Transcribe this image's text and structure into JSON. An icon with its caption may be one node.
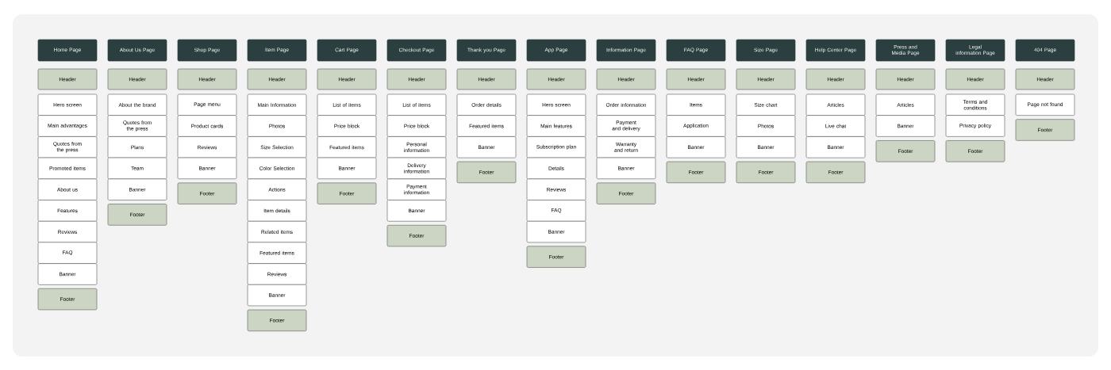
{
  "diagram": {
    "nodes": [
      {
        "text": [
          "Home Page"
        ]
      },
      {
        "text": [
          "Header"
        ]
      },
      {
        "text": [
          "Hero screen"
        ]
      },
      {
        "text": [
          "Main advantages"
        ]
      },
      {
        "text": [
          "Quotes from the press"
        ]
      },
      {
        "text": [
          "Promoted items"
        ]
      },
      {
        "text": [
          "About us"
        ]
      },
      {
        "text": [
          "Features"
        ]
      },
      {
        "text": [
          "Reviews"
        ]
      },
      {
        "text": [
          "FAQ"
        ]
      },
      {
        "text": [
          "Banner"
        ]
      },
      {
        "text": [
          "Footer"
        ]
      },
      {
        "text": [
          "About Us Page"
        ]
      },
      {
        "text": [
          "Header"
        ]
      },
      {
        "text": [
          "About the brand"
        ]
      },
      {
        "text": [
          "Quotes from the press"
        ]
      },
      {
        "text": [
          "Plans"
        ]
      },
      {
        "text": [
          "Team"
        ]
      },
      {
        "text": [
          "Banner"
        ]
      },
      {
        "text": [
          "Footer"
        ]
      },
      {
        "text": [
          "Shop Page"
        ]
      },
      {
        "text": [
          "Header"
        ]
      },
      {
        "text": [
          "Page menu"
        ]
      },
      {
        "text": [
          "Product cards"
        ]
      },
      {
        "text": [
          "Reviews"
        ]
      },
      {
        "text": [
          "Banner"
        ]
      },
      {
        "text": [
          "Footer"
        ]
      },
      {
        "text": [
          "Item Page"
        ]
      },
      {
        "text": [
          "Header"
        ]
      },
      {
        "text": [
          "Main Information"
        ]
      },
      {
        "text": [
          "Photos"
        ]
      },
      {
        "text": [
          "Size Selection"
        ]
      },
      {
        "text": [
          "Color Selection"
        ]
      },
      {
        "text": [
          "Actions"
        ]
      },
      {
        "text": [
          "Item details"
        ]
      },
      {
        "text": [
          "Related items"
        ]
      },
      {
        "text": [
          "Featured items"
        ]
      },
      {
        "text": [
          "Reviews"
        ]
      },
      {
        "text": [
          "Banner"
        ]
      },
      {
        "text": [
          "Footer"
        ]
      },
      {
        "text": [
          "Cart Page"
        ]
      },
      {
        "text": [
          "Header"
        ]
      },
      {
        "text": [
          "List of items"
        ]
      },
      {
        "text": [
          "Price block"
        ]
      },
      {
        "text": [
          "Featured items"
        ]
      },
      {
        "text": [
          "Banner"
        ]
      },
      {
        "text": [
          "Footer"
        ]
      },
      {
        "text": [
          "Checkout Page"
        ]
      },
      {
        "text": [
          "Header"
        ]
      },
      {
        "text": [
          "List of items"
        ]
      },
      {
        "text": [
          "Price block"
        ]
      },
      {
        "text": [
          "Personal information"
        ]
      },
      {
        "text": [
          "Delivery information"
        ]
      },
      {
        "text": [
          "Payment information"
        ]
      },
      {
        "text": [
          "Banner"
        ]
      },
      {
        "text": [
          "Footer"
        ]
      },
      {
        "text": [
          "Thank you Page"
        ]
      },
      {
        "text": [
          "Header"
        ]
      },
      {
        "text": [
          "Order details"
        ]
      },
      {
        "text": [
          "Featured items"
        ]
      },
      {
        "text": [
          "Banner"
        ]
      },
      {
        "text": [
          "Footer"
        ]
      },
      {
        "text": [
          "App Page"
        ]
      },
      {
        "text": [
          "Header"
        ]
      },
      {
        "text": [
          "Hero screen"
        ]
      },
      {
        "text": [
          "Main features"
        ]
      },
      {
        "text": [
          "Subscription plan"
        ]
      },
      {
        "text": [
          "Details"
        ]
      },
      {
        "text": [
          "Reviews"
        ]
      },
      {
        "text": [
          "FAQ"
        ]
      },
      {
        "text": [
          "Banner"
        ]
      },
      {
        "text": [
          "Footer"
        ]
      },
      {
        "text": [
          "Information Page"
        ]
      },
      {
        "text": [
          "Header"
        ]
      },
      {
        "text": [
          "Order information"
        ]
      },
      {
        "text": [
          "Payment and delivery"
        ]
      },
      {
        "text": [
          "Warranty and return"
        ]
      },
      {
        "text": [
          "Banner"
        ]
      },
      {
        "text": [
          "Footer"
        ]
      },
      {
        "text": [
          "FAQ Page"
        ]
      },
      {
        "text": [
          "Header"
        ]
      },
      {
        "text": [
          "Items"
        ]
      },
      {
        "text": [
          "Application"
        ]
      },
      {
        "text": [
          "Banner"
        ]
      },
      {
        "text": [
          "Footer"
        ]
      },
      {
        "text": [
          "Size Page"
        ]
      },
      {
        "text": [
          "Header"
        ]
      },
      {
        "text": [
          "Size chart"
        ]
      },
      {
        "text": [
          "Photos"
        ]
      },
      {
        "text": [
          "Banner"
        ]
      },
      {
        "text": [
          "Footer"
        ]
      },
      {
        "text": [
          "Help Center Page"
        ]
      },
      {
        "text": [
          "Header"
        ]
      },
      {
        "text": [
          "Articles"
        ]
      },
      {
        "text": [
          "Live chat"
        ]
      },
      {
        "text": [
          "Banner"
        ]
      },
      {
        "text": [
          "Footer"
        ]
      },
      {
        "text": [
          "Press and Media Page"
        ]
      },
      {
        "text": [
          "Header"
        ]
      },
      {
        "text": [
          "Articles"
        ]
      },
      {
        "text": [
          "Banner"
        ]
      },
      {
        "text": [
          "Footer"
        ]
      },
      {
        "text": [
          "Legal information Page"
        ]
      },
      {
        "text": [
          "Header"
        ]
      },
      {
        "text": [
          "Terms and conditions"
        ]
      },
      {
        "text": [
          "Privacy policy"
        ]
      },
      {
        "text": [
          "Footer"
        ]
      },
      {
        "text": [
          "404 Page"
        ]
      },
      {
        "text": [
          "Header"
        ]
      },
      {
        "text": [
          "Page not found"
        ]
      },
      {
        "text": [
          "Footer"
        ]
      }
    ]
  }
}
